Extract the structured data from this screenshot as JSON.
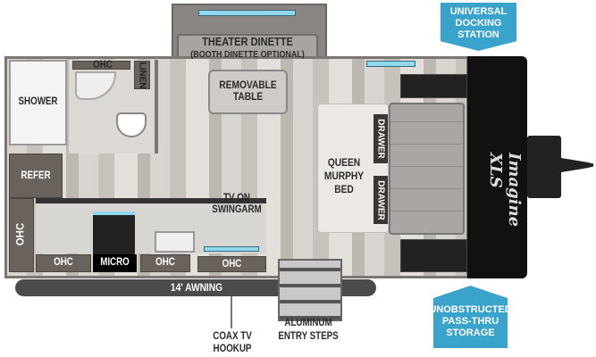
{
  "labels": {
    "docking": "UNIVERSAL DOCKING STATION",
    "dinette": "THEATER DINETTE",
    "dinette_note": "(BOOTH DINETTE OPTIONAL)",
    "ohc_bath": "OHC",
    "linen": "LINEN",
    "shower": "SHOWER",
    "table": "REMOVABLE TABLE",
    "bed": "QUEEN MURPHY BED",
    "drawer_top": "DRAWER",
    "drawer_bottom": "DRAWER",
    "refer": "REFER",
    "tv": "TV ON SWINGARM",
    "ohc_side": "OHC",
    "ohc_1": "OHC",
    "micro": "MICRO",
    "ohc_2": "OHC",
    "ohc_3": "OHC",
    "awning": "14' AWNING",
    "coax": "COAX TV HOOKUP",
    "steps": "ALUMINUM ENTRY STEPS",
    "storage": "UNOBSTRUCTED PASS-THRU STORAGE",
    "logo": "Imagine XLS"
  },
  "colors": {
    "callout": "#3aa3cc",
    "cap": "#111111",
    "accent_light": "#8fd8f0"
  }
}
